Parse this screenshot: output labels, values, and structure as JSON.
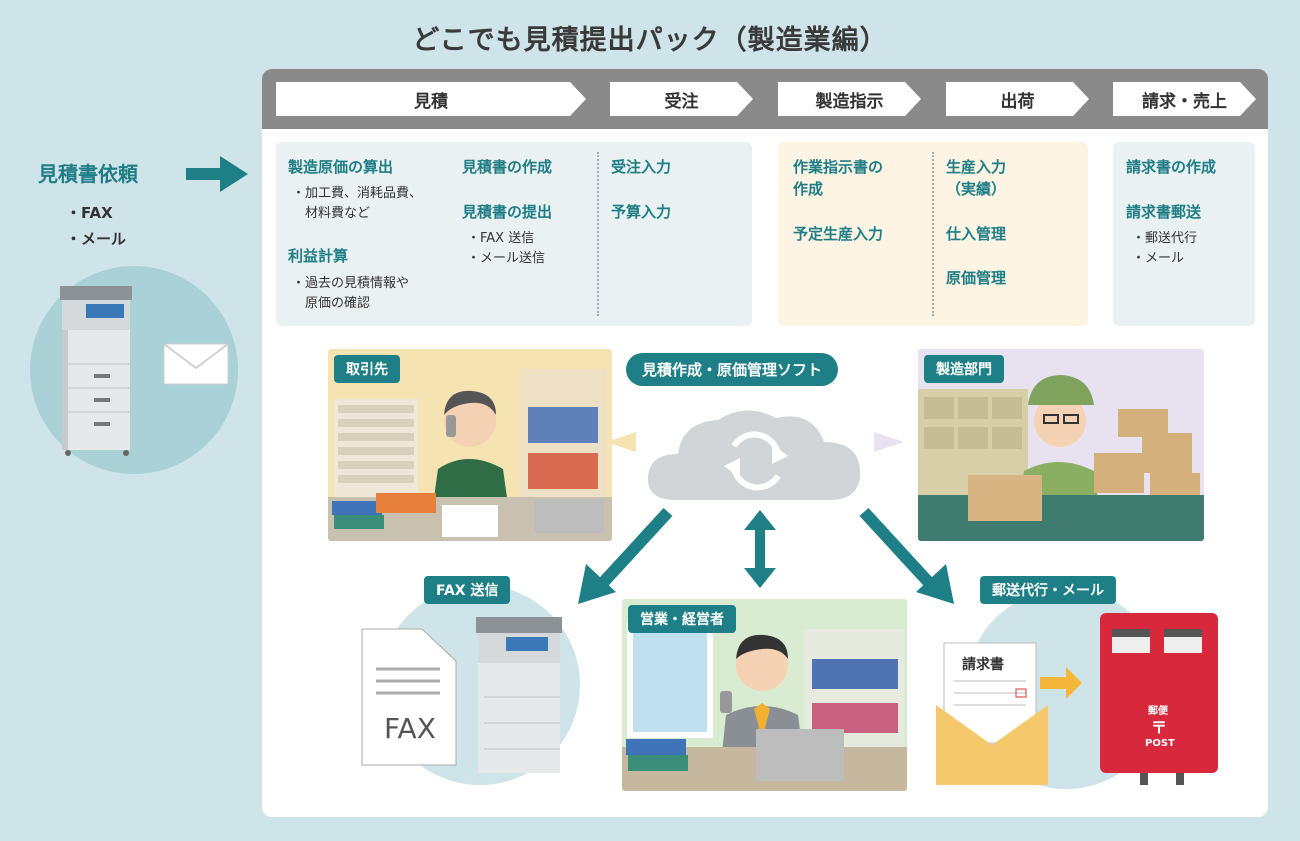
{
  "title": "どこでも見積提出パック（製造業編）",
  "steps": [
    "見積",
    "受注",
    "製造指示",
    "出荷",
    "請求・売上"
  ],
  "request": {
    "title": "見積書依頼",
    "items": [
      "・FAX",
      "・メール"
    ]
  },
  "estimate": {
    "cost_calc": "製造原価の算出",
    "cost_calc_detail": [
      "・加工費、消耗品費、",
      "材料費など"
    ],
    "profit_calc": "利益計算",
    "profit_calc_detail": [
      "・過去の見積情報や",
      "原価の確認"
    ],
    "create": "見積書の作成",
    "submit": "見積書の提出",
    "submit_detail": [
      "・FAX 送信",
      "・メール送信"
    ]
  },
  "order": {
    "entry": "受注入力",
    "budget": "予算入力"
  },
  "manufacturing": {
    "work_order": [
      "作業指示書の",
      "作成"
    ],
    "plan": "予定生産入力",
    "actual": [
      "生産入力",
      "（実績）"
    ],
    "purchase": "仕入管理",
    "cost": "原価管理"
  },
  "billing": {
    "create": "請求書の作成",
    "mail": "請求書郵送",
    "mail_detail": [
      "・郵送代行",
      "・メール"
    ]
  },
  "labels": {
    "client": "取引先",
    "software": "見積作成・原価管理ソフト",
    "factory": "製造部門",
    "fax_send": "FAX 送信",
    "sales": "営業・経営者",
    "mail_service": "郵送代行・メール"
  },
  "fax_paper": "FAX",
  "invoice": "請求書",
  "postbox_text": [
    "郵便",
    "〒",
    "POST"
  ],
  "colors": {
    "accent": "#1e7f86",
    "background": "#cfe4e8",
    "strip": "#8a8a8a",
    "postbox": "#d8283c",
    "arrow_orange": "#f4b73c"
  }
}
